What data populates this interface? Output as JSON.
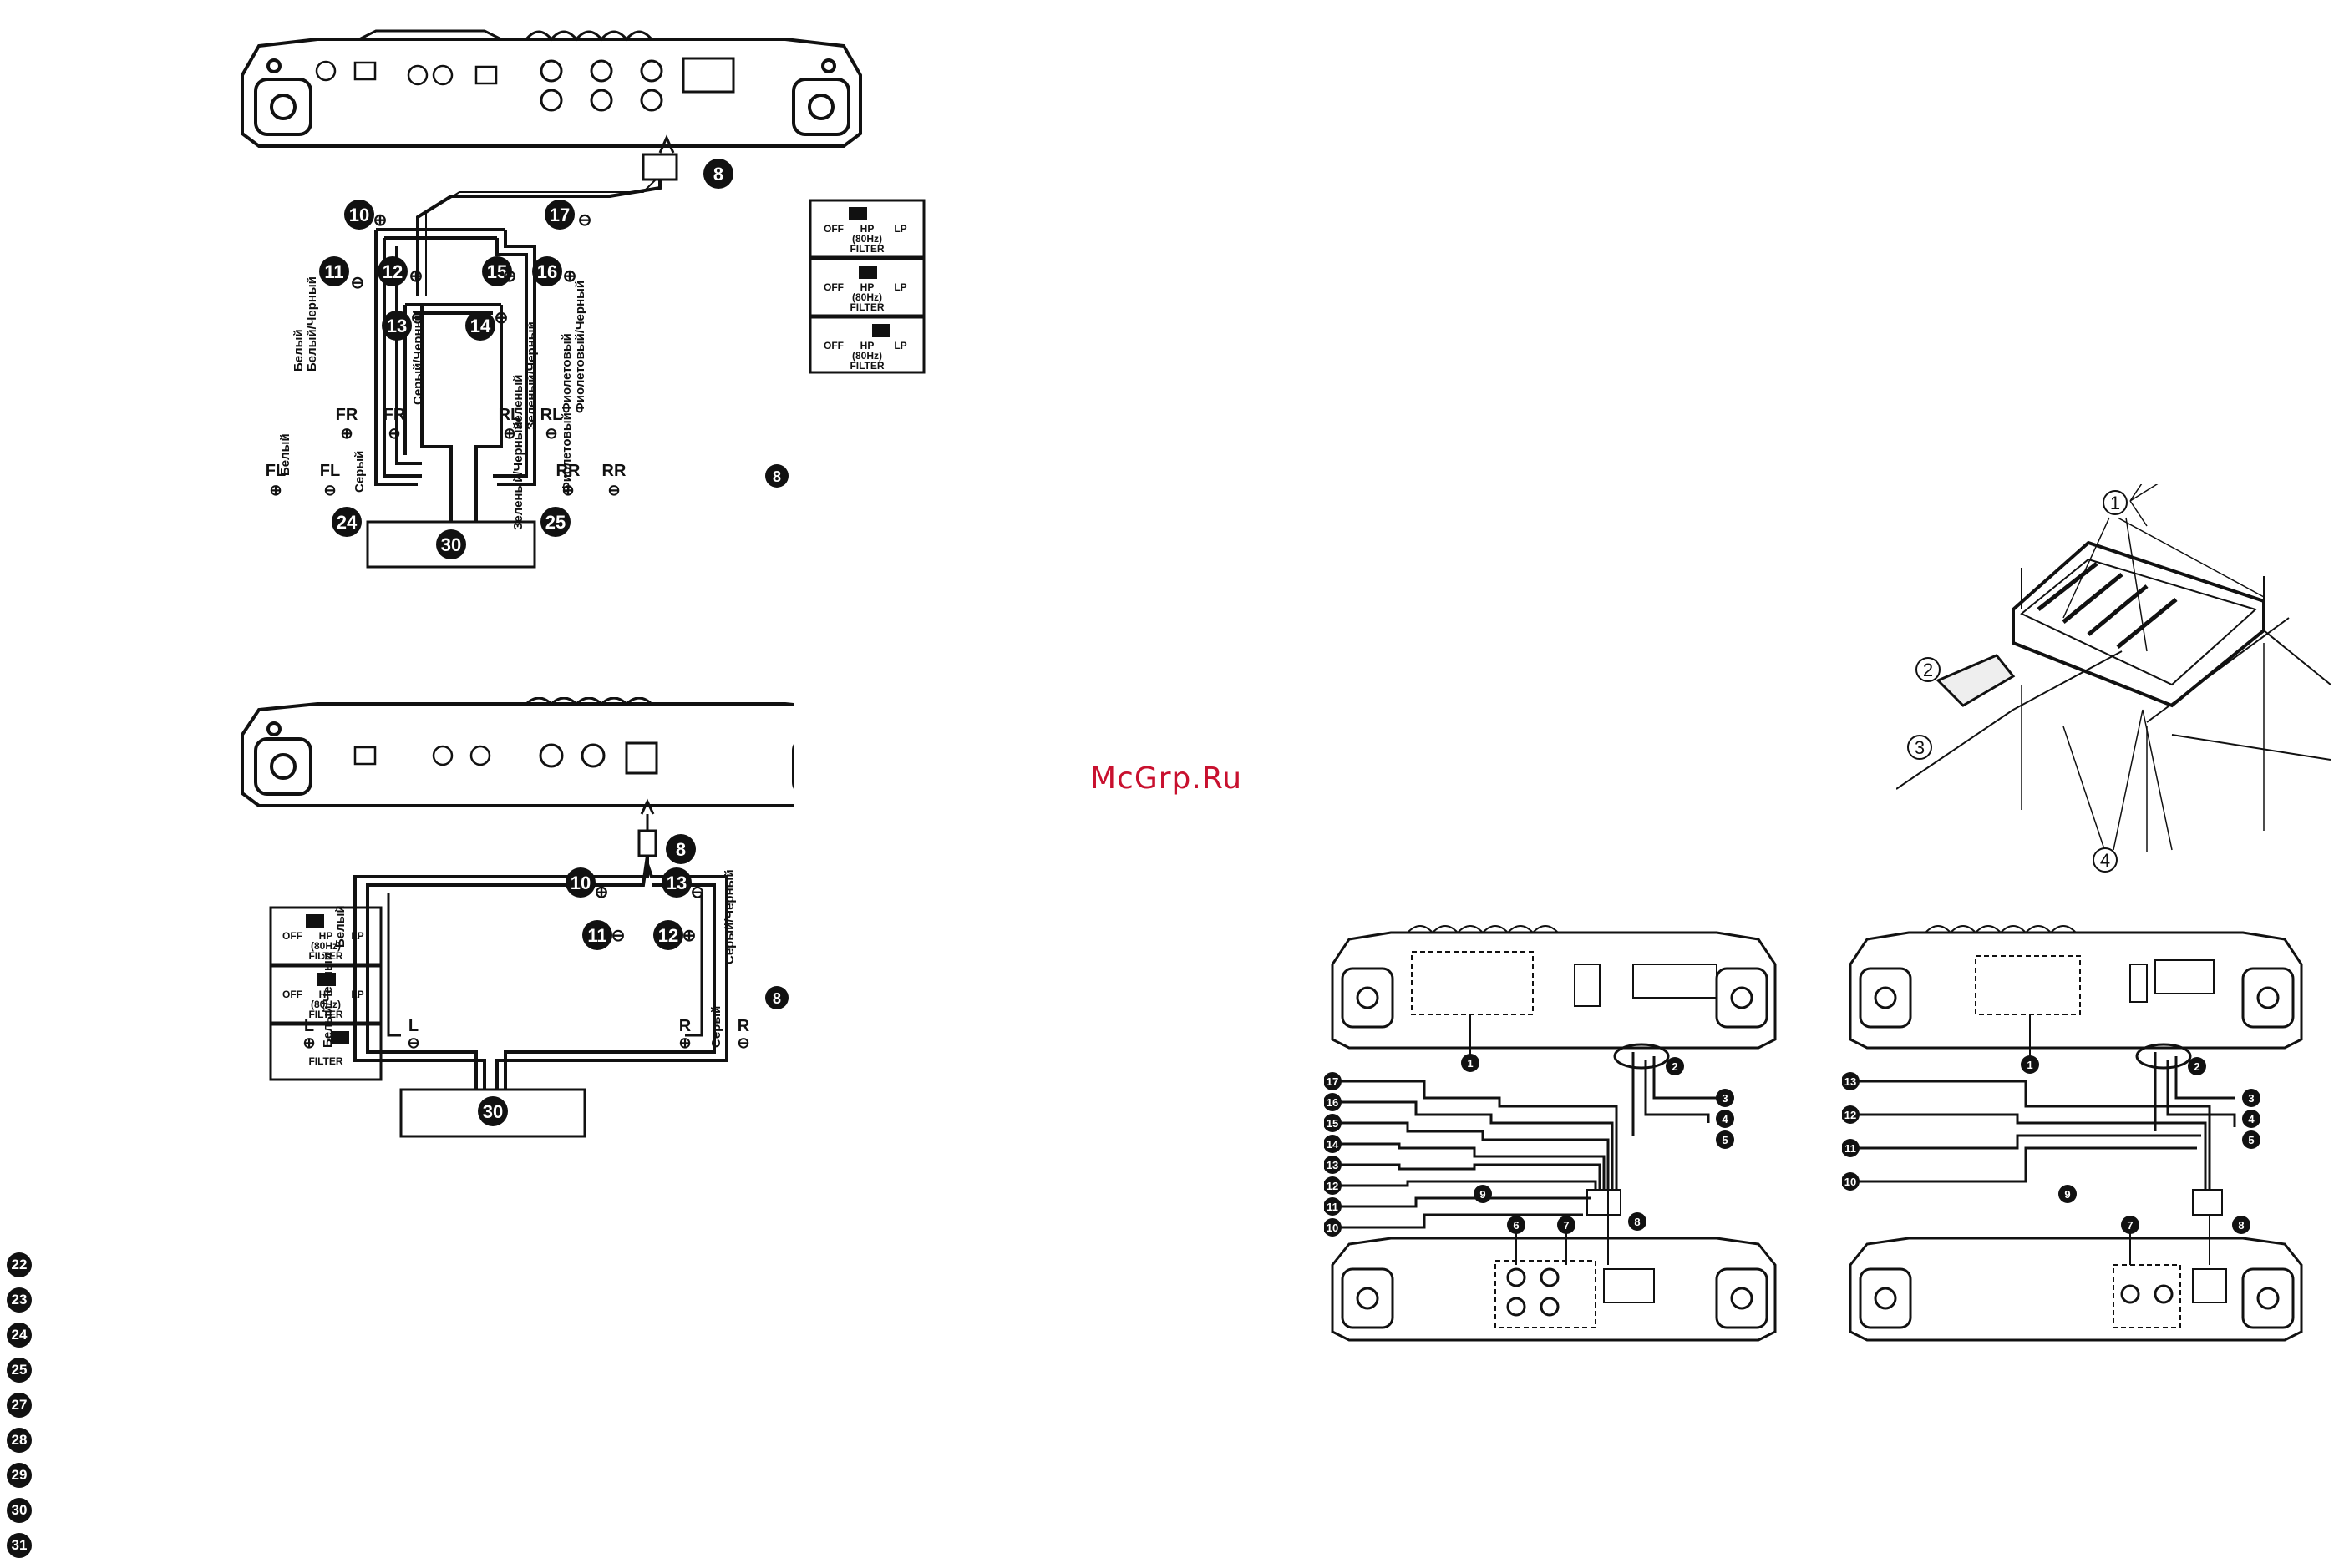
{
  "watermark": "McGrp.Ru",
  "markers_left": [
    "22",
    "23",
    "24",
    "25",
    "27",
    "28",
    "29",
    "30",
    "31"
  ],
  "diagram_4ch": {
    "top_callout": "8",
    "side_callout": "8",
    "wire_numbers": [
      "10",
      "11",
      "12",
      "13",
      "14",
      "15",
      "16",
      "17"
    ],
    "bottom_left": "24",
    "bottom_right": "25",
    "source_box": "30",
    "channel_labels": {
      "fr_outer": "FR",
      "fr_inner": "FR",
      "fl": "FL",
      "fl_outer": "FL",
      "rl_inner": "RL",
      "rl": "RL",
      "rr": "RR",
      "rr_outer": "RR"
    },
    "wire_colors": {
      "beliy": "Белый",
      "beliy_cherny": "Белый/Черный",
      "seriy": "Серый",
      "seriy_cherny": "Серый/Черный",
      "zeleny": "Зеленый",
      "zeleny_cherny": "Зеленый/Черный",
      "fioletovy": "Фиолетовый",
      "fioletovy_cherny": "Фиолетовый/Черный"
    }
  },
  "diagram_2ch": {
    "top_callout": "8",
    "side_callout": "8",
    "wire_numbers": [
      "10",
      "11",
      "12",
      "13"
    ],
    "source_box": "30",
    "channel_labels": {
      "l_outer": "L",
      "l_inner": "L",
      "r_inner": "R",
      "r_outer": "R"
    },
    "wire_colors": {
      "beliy": "Белый",
      "beliy_cherny": "Белый/Черный",
      "seriy": "Серый",
      "seriy_cherny": "Серый/Черный"
    }
  },
  "filter_switch": {
    "off": "OFF",
    "hp": "HP",
    "lp": "LP",
    "freq": "(80Hz)",
    "label": "FILTER"
  },
  "mount_callouts": [
    "1",
    "2",
    "3",
    "4"
  ],
  "bottom_callouts_left": [
    "17",
    "16",
    "15",
    "14",
    "13",
    "12",
    "11",
    "10"
  ],
  "bottom_callouts_left_right": [
    "1",
    "2",
    "3",
    "4",
    "5",
    "6",
    "7",
    "8",
    "9"
  ],
  "bottom_callouts_right": [
    "13",
    "12",
    "11",
    "10"
  ],
  "bottom_callouts_right_right": [
    "1",
    "2",
    "3",
    "4",
    "5",
    "7",
    "8",
    "9"
  ]
}
